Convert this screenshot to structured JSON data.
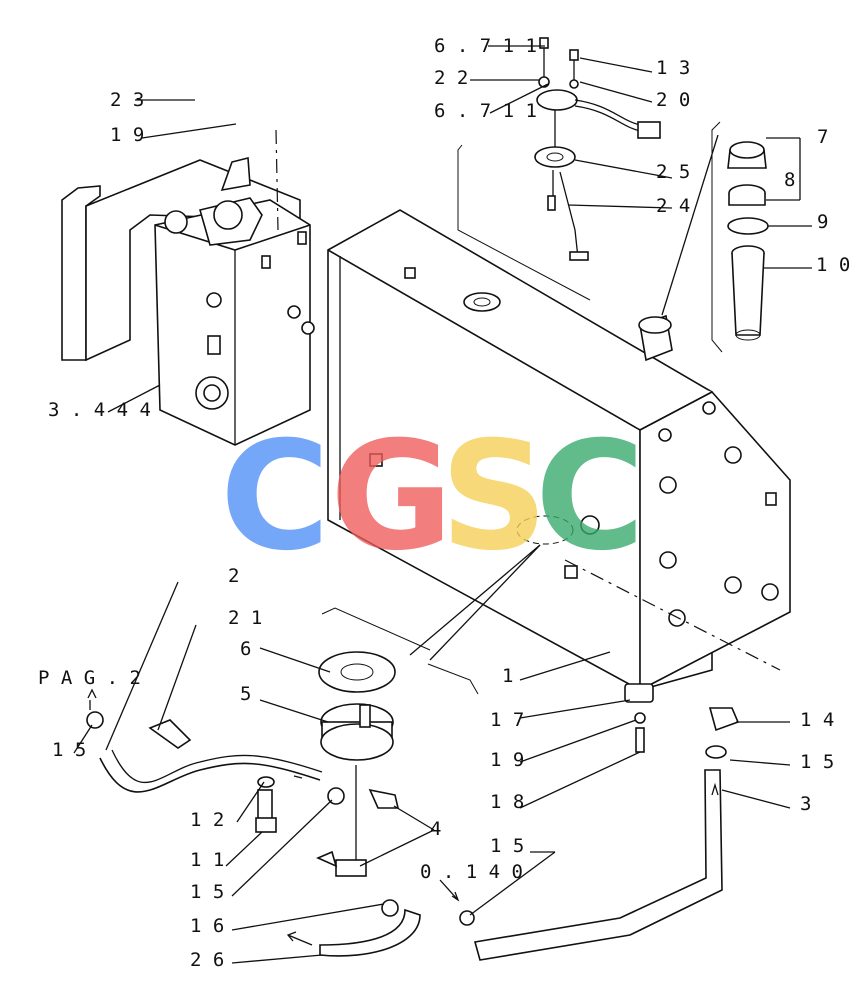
{
  "watermark": {
    "letters": [
      {
        "char": "C",
        "color": "#4f8ff7"
      },
      {
        "char": "G",
        "color": "#ef5b5b"
      },
      {
        "char": "S",
        "color": "#f6cf55"
      },
      {
        "char": "C",
        "color": "#37a96b"
      }
    ]
  },
  "callouts": [
    {
      "id": "c-6711-top",
      "text": "6 . 7 1 1",
      "pos": "top"
    },
    {
      "id": "c-22",
      "text": "2 2",
      "pos": "top"
    },
    {
      "id": "c-6711-mid",
      "text": "6 . 7 1 1",
      "pos": "top"
    },
    {
      "id": "c-13",
      "text": "1 3",
      "pos": "top-right"
    },
    {
      "id": "c-20",
      "text": "2 0",
      "pos": "top-right"
    },
    {
      "id": "c-25",
      "text": "2 5",
      "pos": "right"
    },
    {
      "id": "c-24",
      "text": "2 4",
      "pos": "right"
    },
    {
      "id": "c-7",
      "text": "7",
      "pos": "right"
    },
    {
      "id": "c-8",
      "text": "8",
      "pos": "right"
    },
    {
      "id": "c-9",
      "text": "9",
      "pos": "right"
    },
    {
      "id": "c-10",
      "text": "1 0",
      "pos": "right"
    },
    {
      "id": "c-23",
      "text": "2 3",
      "pos": "left"
    },
    {
      "id": "c-19-top",
      "text": "1 9",
      "pos": "left"
    },
    {
      "id": "c-3444",
      "text": "3 . 4 4 4",
      "pos": "left"
    },
    {
      "id": "c-2",
      "text": "2",
      "pos": "left"
    },
    {
      "id": "c-21",
      "text": "2 1",
      "pos": "left"
    },
    {
      "id": "c-pag2",
      "text": "P A G . 2",
      "pos": "left"
    },
    {
      "id": "c-15-left",
      "text": "1 5",
      "pos": "left"
    },
    {
      "id": "c-6",
      "text": "6",
      "pos": "center"
    },
    {
      "id": "c-5",
      "text": "5",
      "pos": "center"
    },
    {
      "id": "c-12",
      "text": "1 2",
      "pos": "left"
    },
    {
      "id": "c-11",
      "text": "1 1",
      "pos": "left"
    },
    {
      "id": "c-15-mid",
      "text": "1 5",
      "pos": "left"
    },
    {
      "id": "c-16",
      "text": "1 6",
      "pos": "left"
    },
    {
      "id": "c-26",
      "text": "2 6",
      "pos": "left"
    },
    {
      "id": "c-4",
      "text": "4",
      "pos": "center"
    },
    {
      "id": "c-1",
      "text": "1",
      "pos": "center"
    },
    {
      "id": "c-17",
      "text": "1 7",
      "pos": "center"
    },
    {
      "id": "c-19-bot",
      "text": "1 9",
      "pos": "center"
    },
    {
      "id": "c-18",
      "text": "1 8",
      "pos": "center"
    },
    {
      "id": "c-15-bot",
      "text": "1 5",
      "pos": "center"
    },
    {
      "id": "c-0140",
      "text": "0 . 1 4 0",
      "pos": "center"
    },
    {
      "id": "c-14",
      "text": "1 4",
      "pos": "right"
    },
    {
      "id": "c-15-right",
      "text": "1 5",
      "pos": "right"
    },
    {
      "id": "c-3",
      "text": "3",
      "pos": "right"
    }
  ]
}
